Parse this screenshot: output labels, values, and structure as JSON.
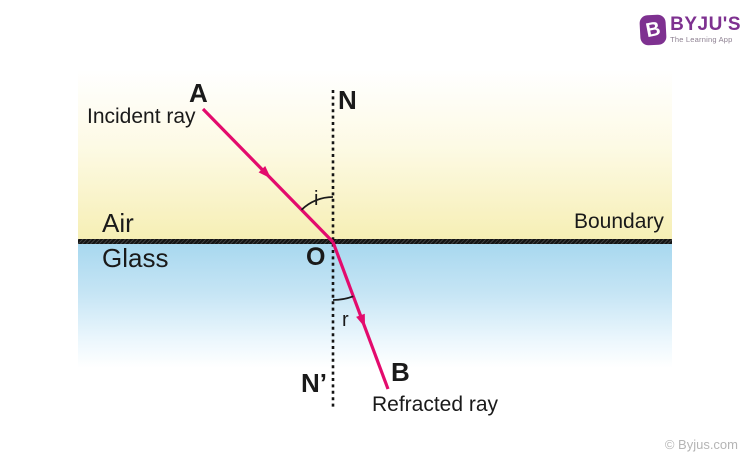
{
  "logo": {
    "brand": "BYJU'S",
    "tagline": "The Learning App",
    "icon_letter": "B",
    "brand_color": "#7e3190"
  },
  "diagram": {
    "labels": {
      "point_a": "A",
      "point_b": "B",
      "point_o": "O",
      "normal_top": "N",
      "normal_bottom": "N’",
      "incident_ray": "Incident ray",
      "refracted_ray": "Refracted ray",
      "medium_top": "Air",
      "medium_bottom": "Glass",
      "boundary": "Boundary",
      "angle_of_incidence": "i",
      "angle_of_refraction": "r"
    },
    "colors": {
      "ray": "#e30b6d",
      "normal_line": "#141414",
      "boundary_line": "#141414",
      "air_gradient_bottom": "#f6efb5",
      "glass_gradient_top": "#a8d8ef"
    }
  },
  "footer": {
    "copyright": "© Byjus.com"
  }
}
